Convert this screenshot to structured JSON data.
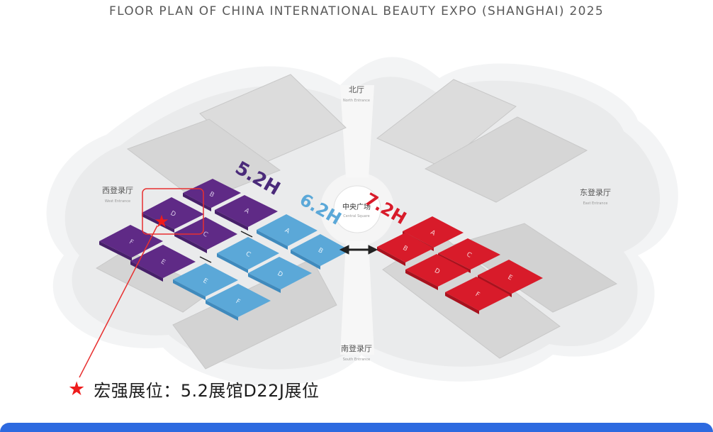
{
  "title": "FLOOR PLAN OF CHINA INTERNATIONAL BEAUTY EXPO (SHANGHAI) 2025",
  "entrances": {
    "north": {
      "name": "北厅",
      "sub": "North Entrance"
    },
    "west": {
      "name": "西登录厅",
      "sub": "West Entrance"
    },
    "east": {
      "name": "东登录厅",
      "sub": "East Entrance"
    },
    "south": {
      "name": "南登录厅",
      "sub": "South Entrance"
    },
    "central": {
      "name": "中央广场",
      "sub": "Central Square"
    }
  },
  "halls": {
    "h52": {
      "label": "5.2H",
      "color": "#5f2a86",
      "label_color": "#4a2a7a",
      "blocks": [
        "B",
        "A",
        "D",
        "C",
        "F",
        "E"
      ]
    },
    "h62": {
      "label": "6.2H",
      "color": "#5ba8d8",
      "label_color": "#5ba8d8",
      "blocks": [
        "A",
        "B",
        "C",
        "D",
        "E",
        "F"
      ]
    },
    "h72": {
      "label": "7.2H",
      "color": "#d81b2a",
      "label_color": "#d81b2a",
      "blocks": [
        "A",
        "B",
        "C",
        "D",
        "E",
        "F"
      ]
    }
  },
  "highlight": {
    "hall": "5.2H",
    "block": "D",
    "color": "#e83030"
  },
  "legend": {
    "marker_icon": "red-star-icon",
    "text": "宏强展位：5.2展馆D22J展位"
  }
}
